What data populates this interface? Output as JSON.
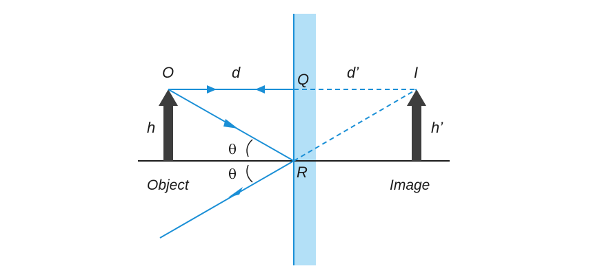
{
  "labels": {
    "object_point": "O",
    "image_point": "I",
    "mirror_top_point": "Q",
    "mirror_reflect_point": "R",
    "object_distance": "d",
    "image_distance": "d’",
    "object_height": "h",
    "image_height": "h’",
    "angle_incidence": "θ",
    "angle_reflection": "θ",
    "object_caption": "Object",
    "image_caption": "Image"
  },
  "colors": {
    "ray": "#1a8fd6",
    "mirror": "#b3e0f7",
    "mirror_edge": "#1a8fd6",
    "arrow": "#3d3d3d",
    "axis": "#1a1a1a"
  }
}
